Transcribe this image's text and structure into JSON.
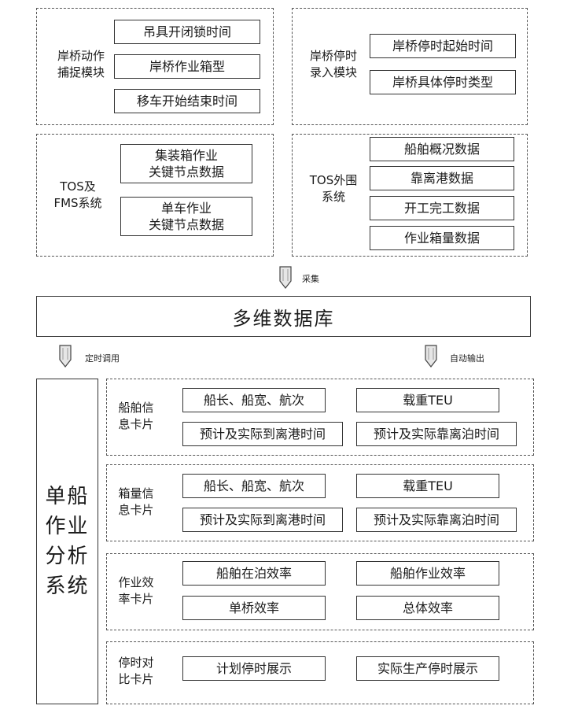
{
  "top": {
    "crane_action": {
      "label": "岸桥动作\n捕捉模块",
      "items": [
        "吊具开闭锁时间",
        "岸桥作业箱型",
        "移车开始结束时间"
      ]
    },
    "crane_stop": {
      "label": "岸桥停时\n录入模块",
      "items": [
        "岸桥停时起始时间",
        "岸桥具体停时类型"
      ]
    },
    "tos_fms": {
      "label": "TOS及\nFMS系统",
      "items": [
        "集装箱作业\n关键节点数据",
        "单车作业\n关键节点数据"
      ]
    },
    "tos_periph": {
      "label": "TOS外围\n系统",
      "items": [
        "船舶概况数据",
        "靠离港数据",
        "开工完工数据",
        "作业箱量数据"
      ]
    }
  },
  "arrows": {
    "collect": "采集",
    "timed_call": "定时调用",
    "auto_output": "自动输出"
  },
  "database": "多维数据库",
  "system_name": "单船\n作业\n分析\n系统",
  "cards": [
    {
      "label": "船舶信\n息卡片",
      "items": [
        "船长、船宽、航次",
        "载重TEU",
        "预计及实际到离港时间",
        "预计及实际靠离泊时间"
      ]
    },
    {
      "label": "箱量信\n息卡片",
      "items": [
        "船长、船宽、航次",
        "载重TEU",
        "预计及实际到离港时间",
        "预计及实际靠离泊时间"
      ]
    },
    {
      "label": "作业效\n率卡片",
      "items": [
        "船舶在泊效率",
        "船舶作业效率",
        "单桥效率",
        "总体效率"
      ]
    },
    {
      "label": "停时对\n比卡片",
      "items": [
        "计划停时展示",
        "实际生产停时展示"
      ]
    }
  ]
}
